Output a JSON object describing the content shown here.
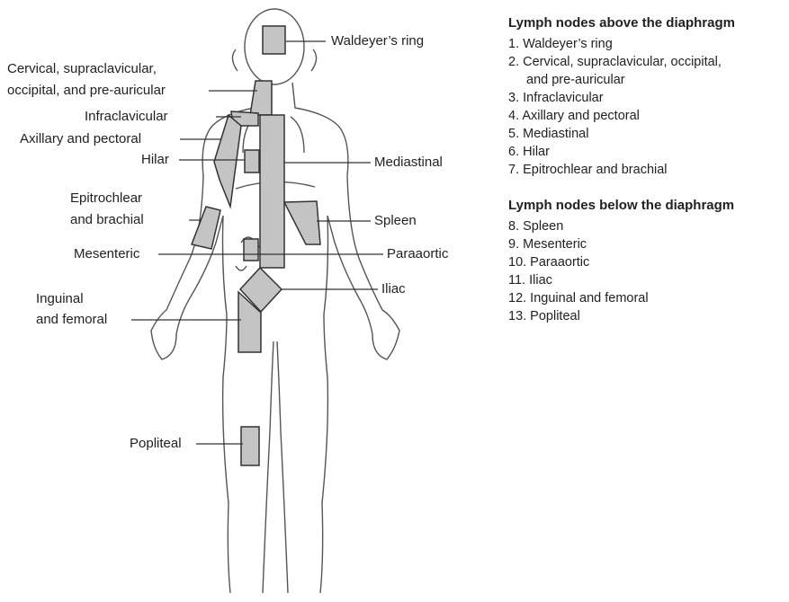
{
  "diagram": {
    "labels": {
      "waldeyer": "Waldeyer’s ring",
      "cervical_line1": "Cervical, supraclavicular,",
      "cervical_line2": "occipital, and pre-auricular",
      "infraclavicular": "Infraclavicular",
      "axillary": "Axillary and pectoral",
      "hilar": "Hilar",
      "mediastinal": "Mediastinal",
      "epitrochlear_line1": "Epitrochlear",
      "epitrochlear_line2": "and brachial",
      "spleen": "Spleen",
      "mesenteric": "Mesenteric",
      "paraaortic": "Paraaortic",
      "iliac": "Iliac",
      "inguinal_line1": "Inguinal",
      "inguinal_line2": "and femoral",
      "popliteal": "Popliteal"
    }
  },
  "legend": {
    "above": {
      "title": "Lymph nodes above the diaphragm",
      "items": [
        "1. Waldeyer’s ring",
        "2. Cervical, supraclavicular, occipital,",
        "and pre-auricular",
        "3. Infraclavicular",
        "4. Axillary and pectoral",
        "5. Mediastinal",
        "6. Hilar",
        "7. Epitrochlear and brachial"
      ]
    },
    "below": {
      "title": "Lymph nodes below the diaphragm",
      "items": [
        "8. Spleen",
        "9. Mesenteric",
        "10. Paraaortic",
        "11. Iliac",
        "12. Inguinal and femoral",
        "13. Popliteal"
      ]
    }
  },
  "colors": {
    "outline": "#555555",
    "region_fill": "#c4c4c4",
    "region_stroke": "#333333",
    "leader_line": "#333333"
  }
}
